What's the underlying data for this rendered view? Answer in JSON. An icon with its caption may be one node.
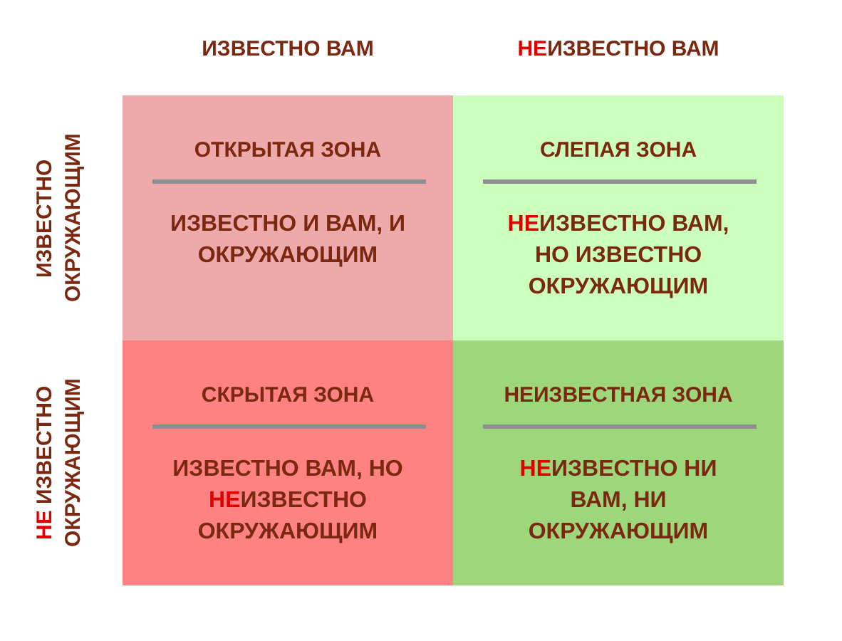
{
  "diagram": {
    "nodes": [
      {
        "text": [
          "ОТКРЫТАЯ ЗОНА",
          "ИЗВЕСТНО И ВАМ, И ОКРУЖАЮЩИМ"
        ]
      },
      {
        "text": [
          "СЛЕПАЯ ЗОНА",
          "**НЕ**ИЗВЕСТНО ВАМ, НО ИЗВЕСТНО ОКРУЖАЮЩИМ"
        ]
      },
      {
        "text": [
          "СКРЫТАЯ ЗОНА",
          "ИЗВЕСТНО ВАМ, НО **НЕ**ИЗВЕСТНО ОКРУЖАЮЩИМ"
        ]
      },
      {
        "text": [
          "НЕИЗВЕСТНАЯ ЗОНА",
          "**НЕ**ИЗВЕСТНО НИ ВАМ, НИ ОКРУЖАЮЩИМ"
        ]
      }
    ],
    "labels": [
      "ИЗВЕСТНО ВАМ",
      "**НЕ**ИЗВЕСТНО ВАМ",
      "ИЗВЕСТНО ОКРУЖАЮЩИМ",
      "**НЕ** ИЗВЕСТНО ОКРУЖАЮЩИМ"
    ]
  }
}
